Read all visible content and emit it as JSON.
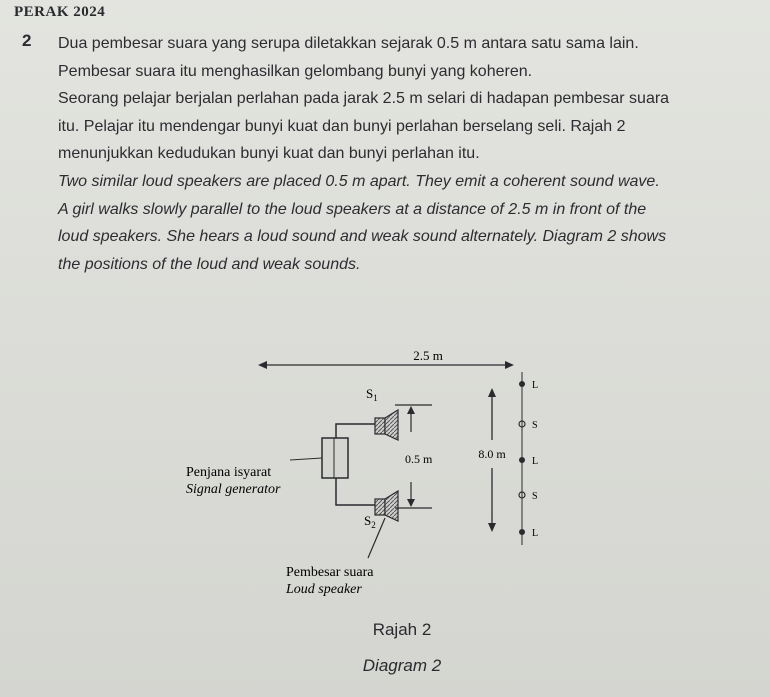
{
  "header": "PERAK 2024",
  "question_number": "2",
  "malay_lines": [
    "Dua pembesar suara yang serupa diletakkan sejarak 0.5 m antara satu sama lain.",
    "Pembesar suara itu menghasilkan gelombang bunyi yang koheren.",
    "Seorang pelajar berjalan perlahan pada jarak 2.5 m selari di hadapan pembesar suara",
    "itu. Pelajar itu mendengar bunyi kuat dan bunyi perlahan berselang seli. Rajah 2",
    "menunjukkan kedudukan bunyi kuat dan bunyi perlahan itu."
  ],
  "english_lines": [
    "Two similar loud speakers are placed 0.5 m apart. They emit a coherent sound wave.",
    "A girl walks slowly parallel to the loud speakers at a distance of 2.5 m in front of the",
    "loud speakers. She hears a loud sound and weak sound alternately. Diagram 2 shows",
    "the positions of the loud and weak sounds."
  ],
  "diagram": {
    "distance_label": "2.5 m",
    "s1_label": "S",
    "s1_sub": "1",
    "s2_label": "S",
    "s2_sub": "2",
    "separation_label": "0.5 m",
    "length_label": "8.0 m",
    "generator_malay": "Penjana isyarat",
    "generator_english": "Signal generator",
    "speaker_malay": "Pembesar suara",
    "speaker_english": "Loud speaker",
    "points": [
      "L",
      "S",
      "L",
      "S",
      "L"
    ]
  },
  "caption_malay": "Rajah 2",
  "caption_english": "Diagram 2"
}
